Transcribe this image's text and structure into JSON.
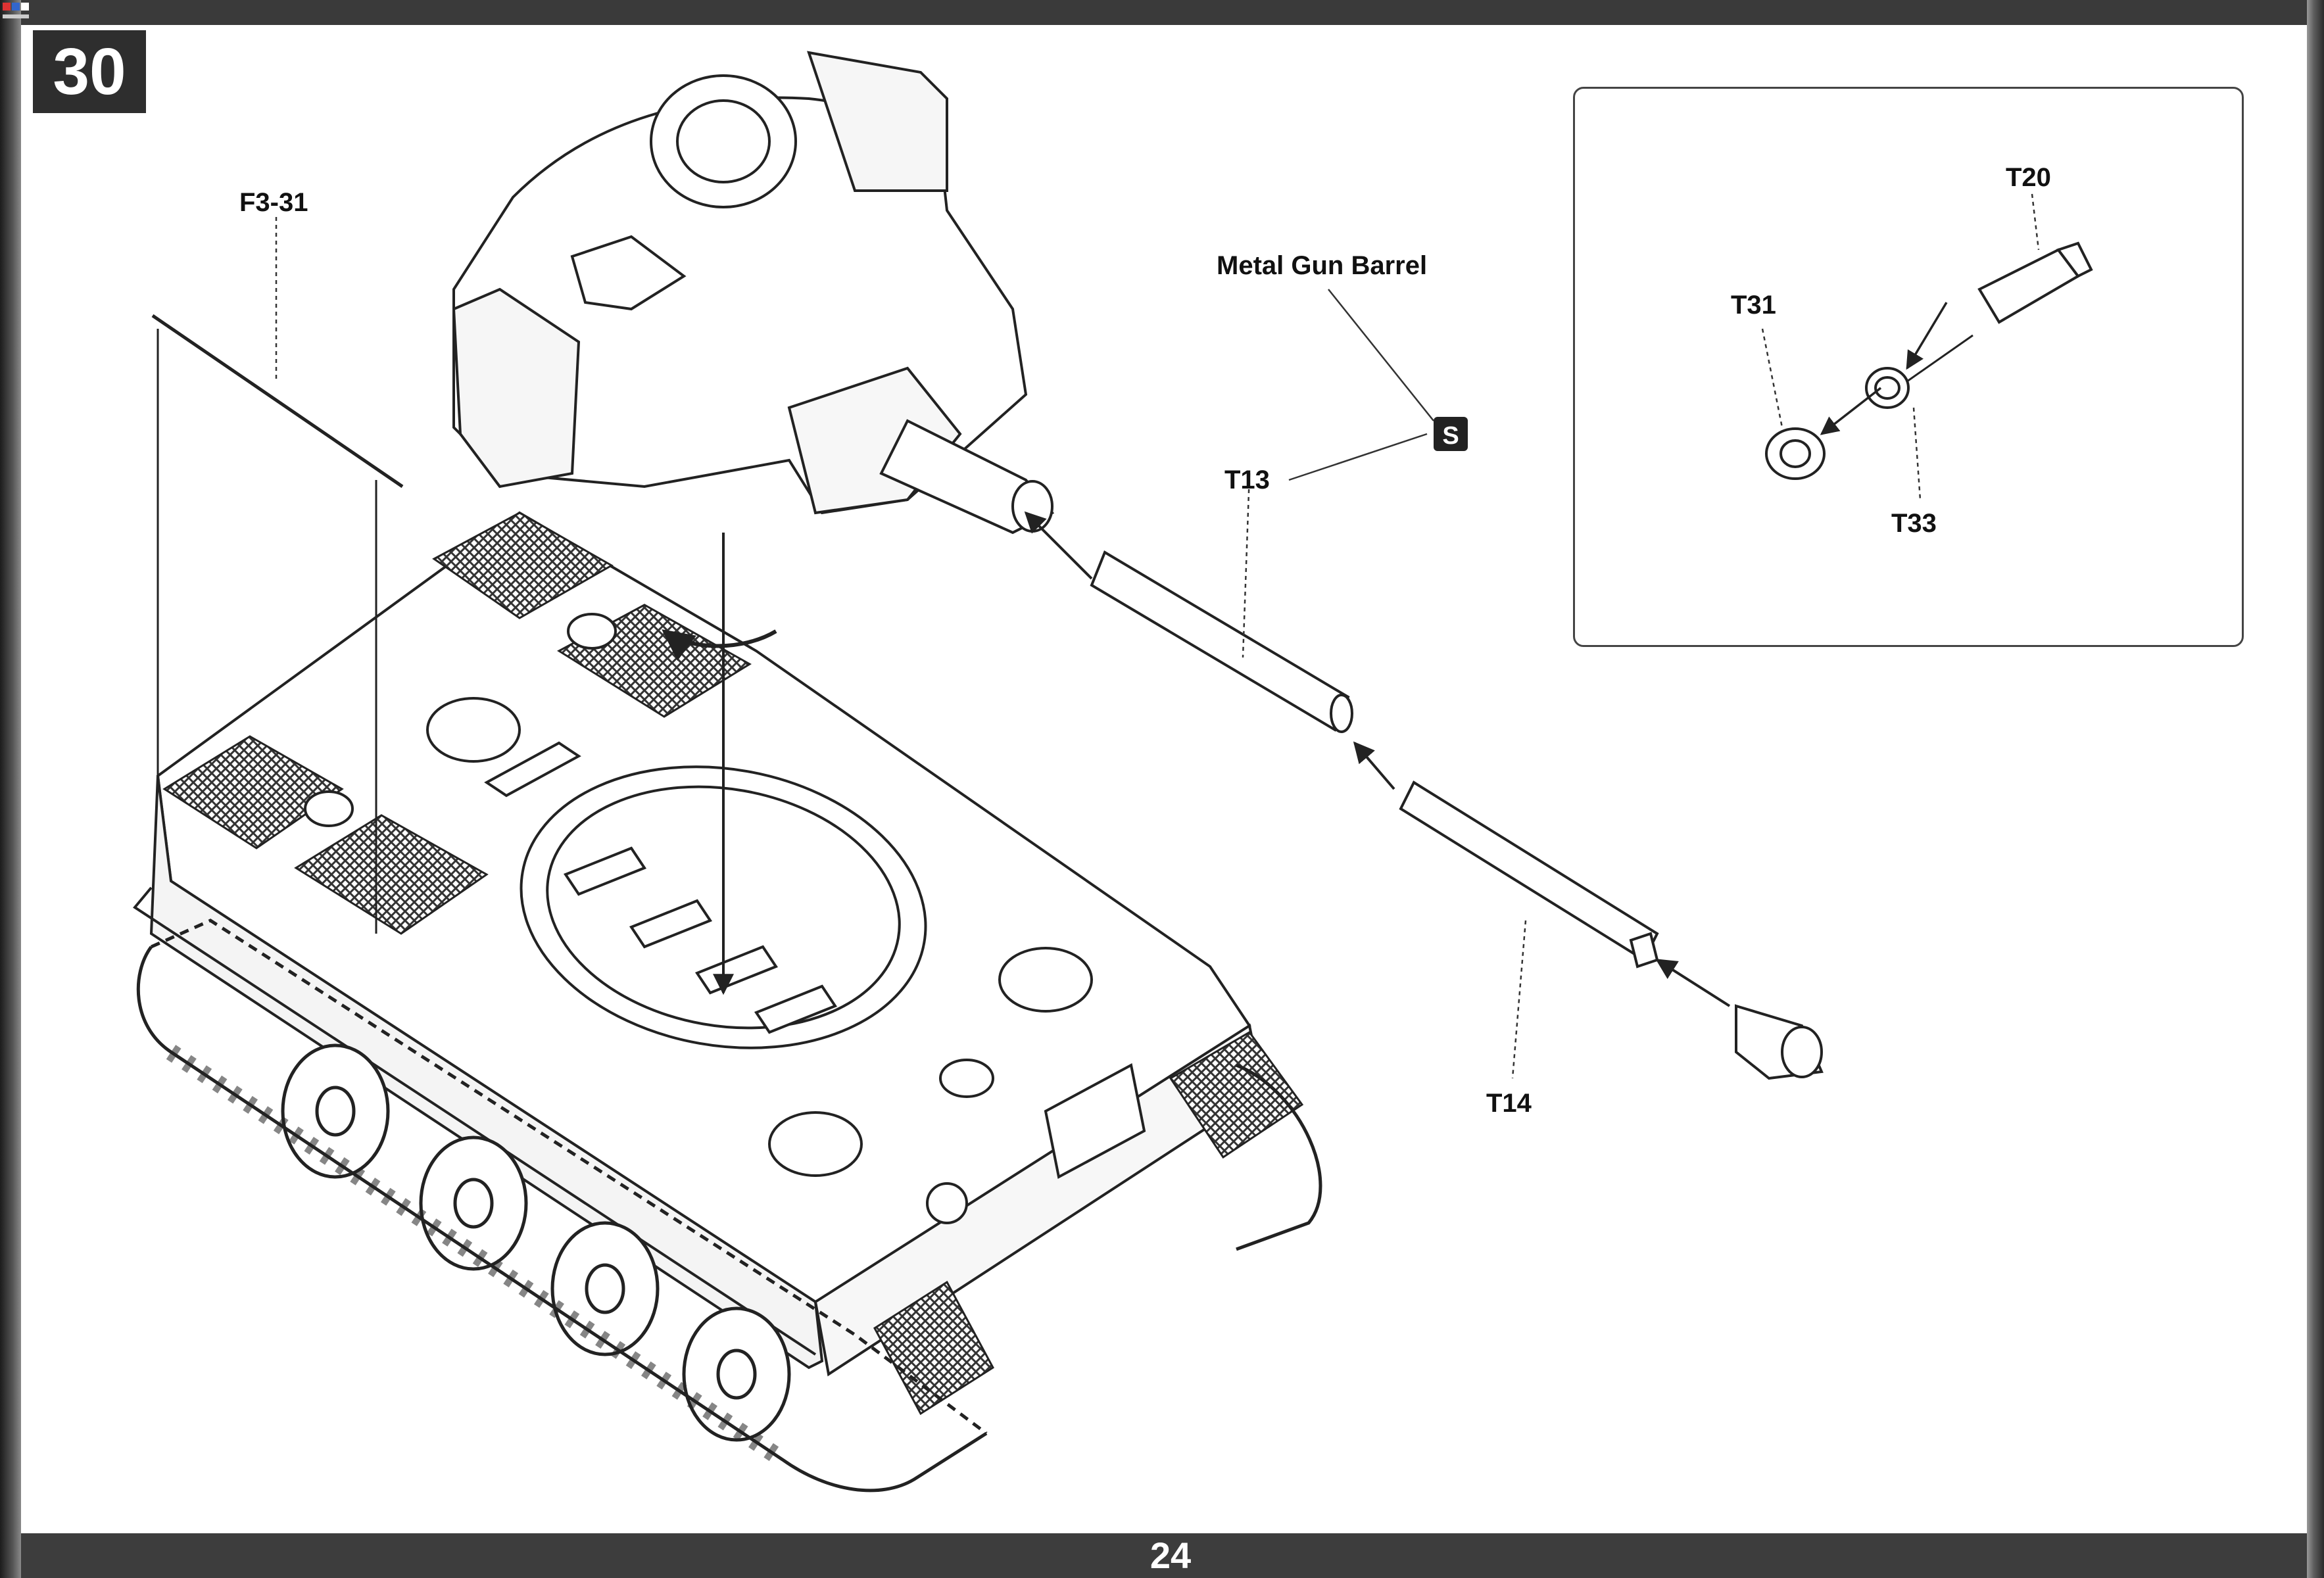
{
  "step": {
    "number": "30"
  },
  "page": {
    "number": "24"
  },
  "labels": {
    "f3_31": "F3-31",
    "metal_gun_barrel": "Metal Gun Barrel",
    "t13": "T13",
    "t14": "T14",
    "t20": "T20",
    "t31": "T31",
    "t33": "T33"
  },
  "colors": {
    "band": "#3a3a3a",
    "line": "#222222",
    "paper": "#ffffff",
    "step_box": "#2e2e2e"
  },
  "icons": {
    "metal_part": "metal-part-icon",
    "arrow": "assembly-arrow-icon",
    "rotate": "rotate-arrow-icon"
  }
}
